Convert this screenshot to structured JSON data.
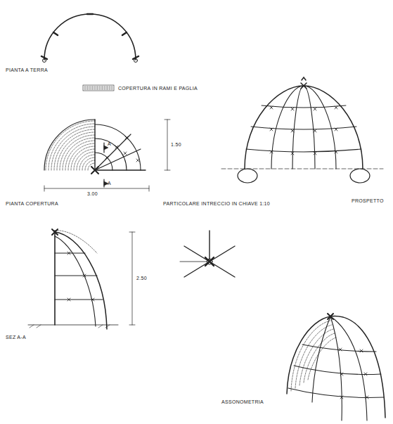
{
  "diagram": {
    "labels": [
      "PIANTA A TERRA",
      "A",
      "A",
      "3.00",
      "1.50",
      "PIANTA COPERTURA",
      "PARTICOLARE INTRECCIO IN CHIAVE 1:10",
      "PROSPETTO",
      "2.50",
      "SEZ A-A",
      "ASSONOMETRIA"
    ],
    "legend": [
      {
        "text": "COPERTURA IN RAMI E PAGLIA"
      }
    ]
  }
}
